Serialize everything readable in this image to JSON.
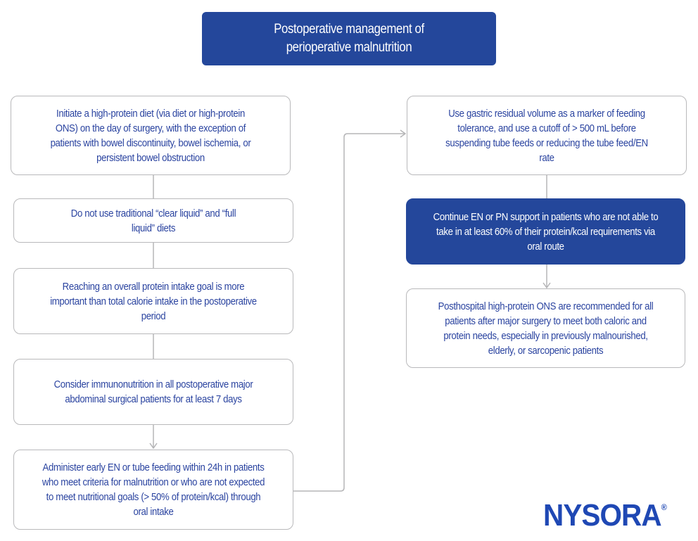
{
  "title": "Postoperative management of perioperative malnutrition",
  "left_column": [
    "Initiate a high-protein diet (via diet or high-protein ONS) on the day of surgery, with the exception of patients with bowel discontinuity, bowel ischemia, or persistent bowel obstruction",
    "Do not use traditional “clear liquid” and “full liquid” diets",
    "Reaching an overall protein intake goal is more important than total calorie intake in the postoperative period",
    "Consider immunonutrition in all postoperative major abdominal surgical patients for at least 7 days",
    "Administer early EN or tube feeding within 24h in patients who meet criteria for malnutrition or who are not expected to meet nutritional goals (> 50% of protein/kcal) through oral intake"
  ],
  "right_column": [
    "Use gastric residual volume as a marker of feeding tolerance, and use a cutoff of > 500 mL before suspending tube feeds or reducing the tube feed/EN rate",
    "Continue EN or PN support in patients who are not able to take in at least 60% of their protein/kcal requirements via oral route",
    "Posthospital high-protein ONS are recommended for all patients after major surgery to meet both caloric and protein needs, especially in previously malnourished, elderly, or sarcopenic patients"
  ],
  "logo": {
    "text": "NYSORA",
    "mark": "®"
  },
  "colors": {
    "primary": "#24479b",
    "text": "#2b44a0",
    "border": "#b9b9bb"
  }
}
